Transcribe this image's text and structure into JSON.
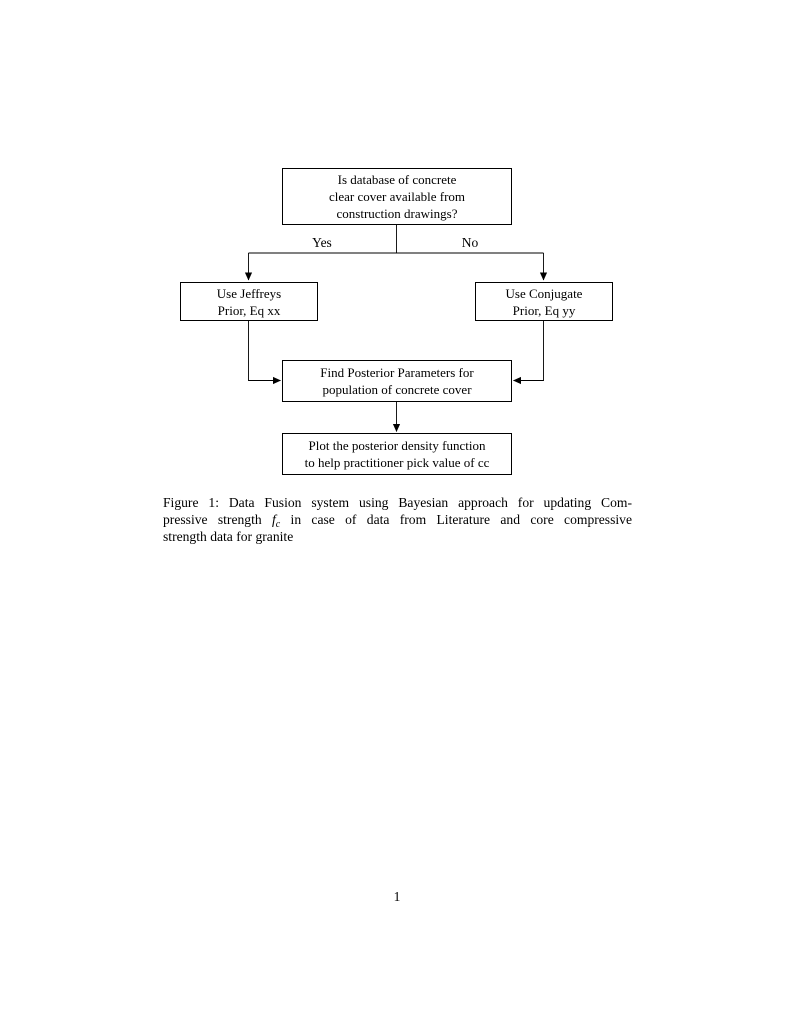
{
  "page": {
    "number": "1"
  },
  "colors": {
    "background": "#ffffff",
    "text": "#000000",
    "box_border": "#000000",
    "connector": "#000000"
  },
  "flowchart": {
    "branch_labels": {
      "yes": "Yes",
      "no": "No"
    },
    "nodes": {
      "decision": {
        "lines": [
          "Is database of concrete",
          "clear cover available from",
          "construction drawings?"
        ]
      },
      "jeffreys": {
        "lines": [
          "Use Jeffreys",
          "Prior, Eq xx"
        ]
      },
      "conjugate": {
        "lines": [
          "Use Conjugate",
          "Prior, Eq yy"
        ]
      },
      "posterior": {
        "lines": [
          "Find Posterior Parameters for",
          "population of concrete cover"
        ]
      },
      "plot": {
        "lines": [
          "Plot the posterior density function",
          "to help practitioner pick value of cc"
        ]
      }
    }
  },
  "caption": {
    "line1": "Figure 1: Data Fusion system using Bayesian approach for updating Com-",
    "line2_pre": "pressive strength ",
    "math_var": "f",
    "math_sub": "c",
    "line2_post": " in case of data from Literature and core compressive",
    "line3": "strength data for granite"
  }
}
